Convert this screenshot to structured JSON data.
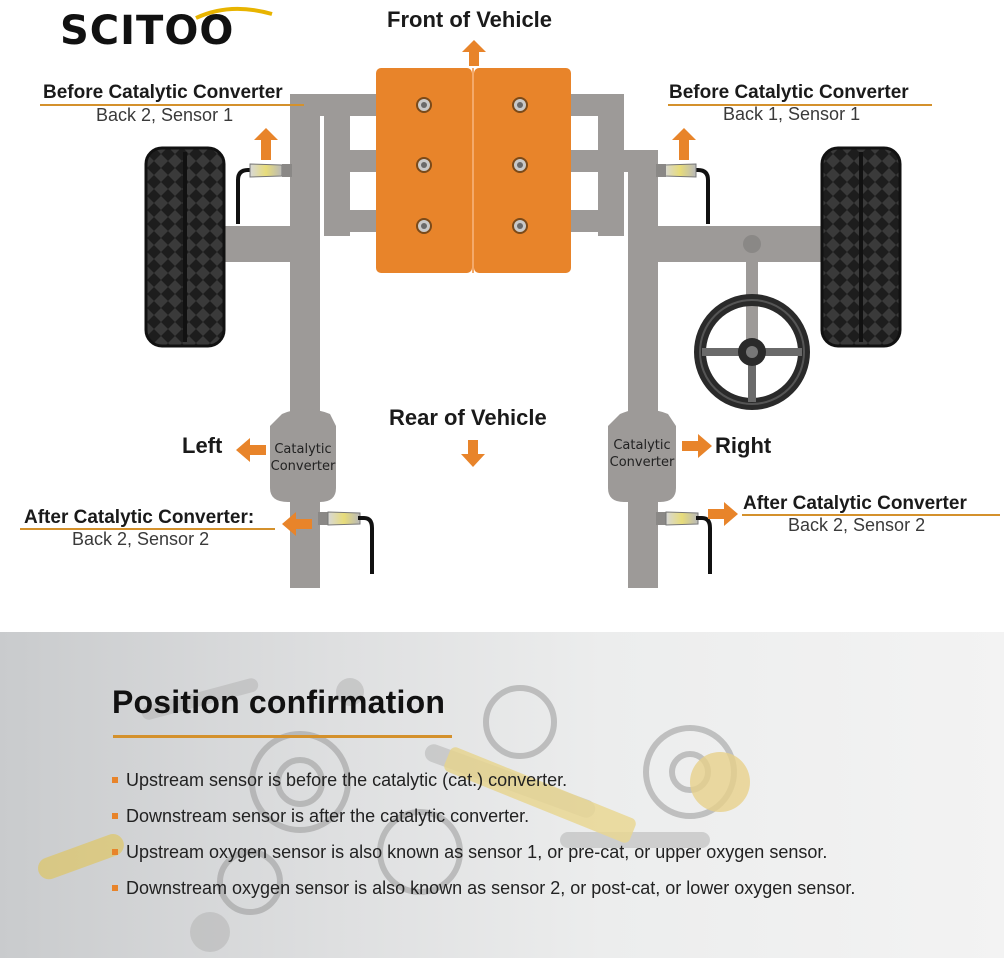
{
  "brand": {
    "logo_text": "SCITOO"
  },
  "colors": {
    "engine": "#e8842a",
    "pipe": "#9d9a98",
    "arrow": "#e8842a",
    "underline": "#d4912c",
    "tire": "#222222"
  },
  "diagram": {
    "front_label": "Front of Vehicle",
    "rear_label": "Rear of Vehicle",
    "left_label": "Left",
    "right_label": "Right",
    "converter_left": {
      "line1": "Catalytic",
      "line2": "Converter"
    },
    "converter_right": {
      "line1": "Catalytic",
      "line2": "Converter"
    },
    "sensors": {
      "top_left": {
        "title": "Before Catalytic Converter",
        "subtitle": "Back 2, Sensor 1"
      },
      "top_right": {
        "title": "Before Catalytic Converter",
        "subtitle": "Back 1, Sensor 1"
      },
      "bottom_left": {
        "title": "After Catalytic Converter:",
        "subtitle": "Back 2, Sensor 2"
      },
      "bottom_right": {
        "title": "After Catalytic Converter",
        "subtitle": "Back 2, Sensor 2"
      }
    }
  },
  "info": {
    "heading": "Position confirmation",
    "bullets": [
      "Upstream sensor is before the catalytic (cat.) converter.",
      "Downstream sensor is after the catalytic converter.",
      "Upstream oxygen sensor is also known as sensor 1, or pre-cat, or upper oxygen sensor.",
      "Downstream oxygen sensor is also known as sensor 2, or post-cat, or lower oxygen sensor."
    ]
  }
}
